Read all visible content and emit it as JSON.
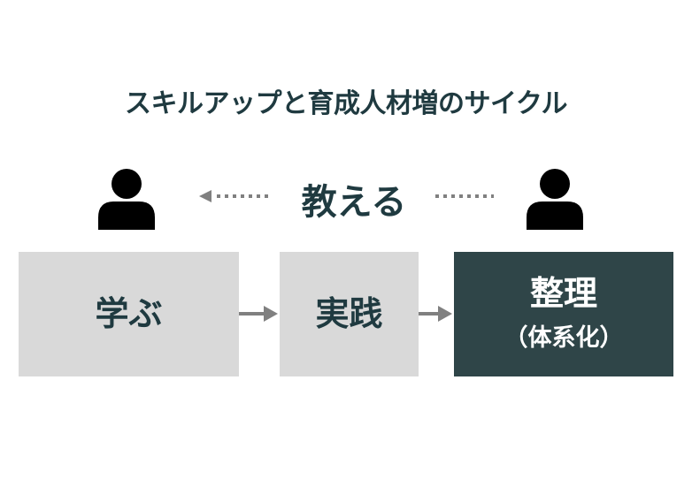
{
  "title": "スキルアップと育成人材増のサイクル",
  "teach": {
    "label": "教える"
  },
  "icons": {
    "left_person": "person-icon",
    "right_person": "person-icon"
  },
  "boxes": [
    {
      "label": "学ぶ",
      "sub": ""
    },
    {
      "label": "実践",
      "sub": ""
    },
    {
      "label": "整理",
      "sub": "（体系化）"
    }
  ],
  "colors": {
    "text_dark": "#1f3a40",
    "box_light": "#d9d9d9",
    "box_dark": "#2f4548",
    "arrow": "#808080",
    "person": "#000000"
  }
}
